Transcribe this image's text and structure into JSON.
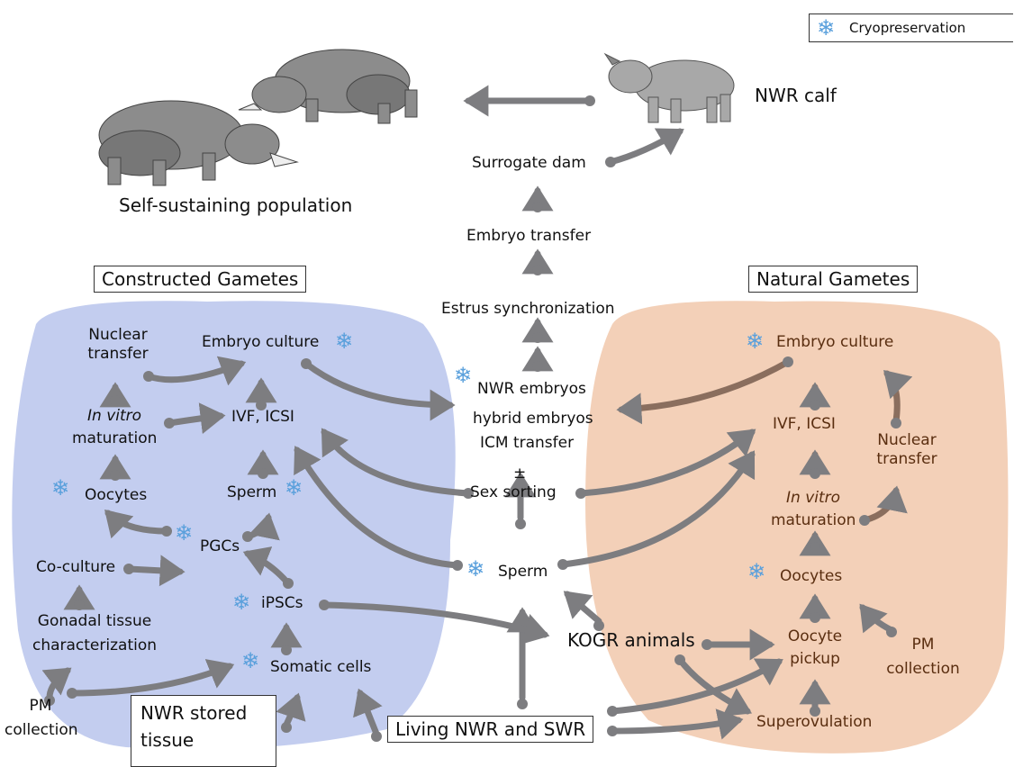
{
  "legend": {
    "icon": "snowflake-icon",
    "label": "Cryopreservation"
  },
  "top": {
    "calf": "NWR calf",
    "population": "Self-sustaining population",
    "surrogate": "Surrogate dam"
  },
  "center": {
    "embryo_transfer": "Embryo transfer",
    "estrus": "Estrus synchronization",
    "embryos_line1": "NWR embryos",
    "embryos_line2": "hybrid embryos",
    "embryos_line3": "ICM transfer",
    "plusminus": "±",
    "sex_sorting": "Sex sorting",
    "sperm": "Sperm",
    "kogr": "KOGR animals",
    "living": "Living NWR and SWR"
  },
  "constructed": {
    "title": "Constructed Gametes",
    "nuclear_transfer_1": "Nuclear",
    "nuclear_transfer_2": "transfer",
    "embryo_culture": "Embryo culture",
    "in_vitro": "In vitro",
    "maturation": "maturation",
    "ivf": "IVF, ICSI",
    "oocytes": "Oocytes",
    "sperm": "Sperm",
    "pgcs": "PGCs",
    "coculture": "Co-culture",
    "ipscs": "iPSCs",
    "gonadal_1": "Gonadal tissue",
    "gonadal_2": "characterization",
    "somatic": "Somatic cells",
    "pm_1": "PM",
    "pm_2": "collection",
    "stored_1": "NWR stored",
    "stored_2": "tissue"
  },
  "natural": {
    "title": "Natural Gametes",
    "embryo_culture": "Embryo culture",
    "ivf": "IVF, ICSI",
    "nuclear_1": "Nuclear",
    "nuclear_2": "transfer",
    "in_vitro": "In vitro",
    "maturation": "maturation",
    "oocytes": "Oocytes",
    "pickup_1": "Oocyte",
    "pickup_2": "pickup",
    "pm_1": "PM",
    "pm_2": "collection",
    "superovulation": "Superovulation"
  },
  "colors": {
    "arrow": "#7d7d80",
    "constructed_bg": "#bdc8ec",
    "natural_bg": "#f2cfb6",
    "natural_text": "#5a2e10",
    "snowflake": "#5aa0dc"
  }
}
